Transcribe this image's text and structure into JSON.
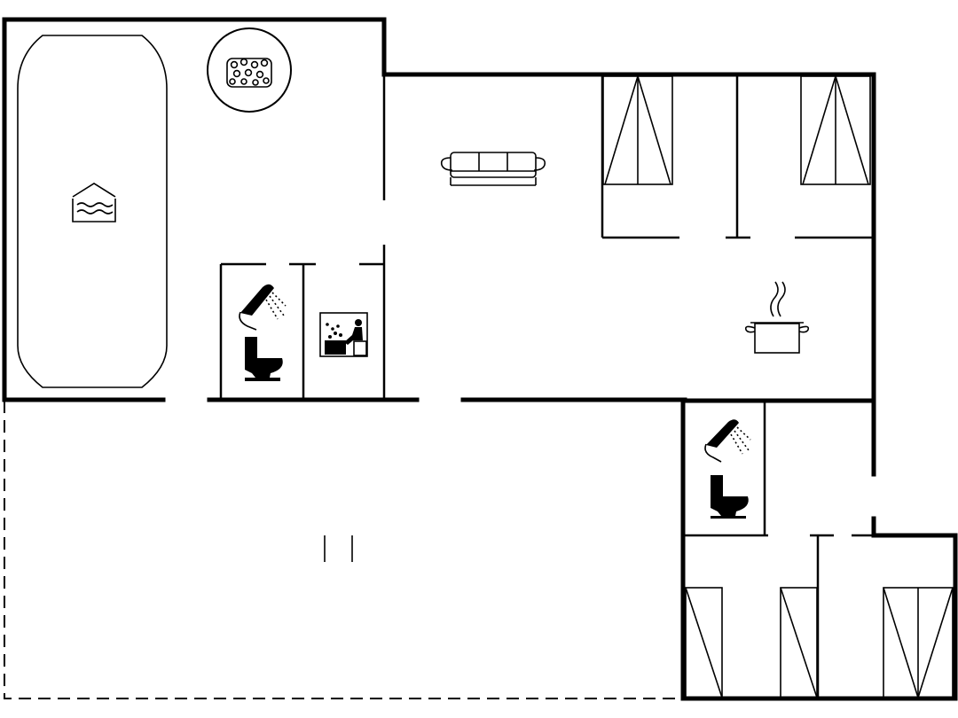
{
  "floorplan": {
    "rooms": [
      {
        "name": "pool-room",
        "icons": [
          "pool-icon",
          "jacuzzi-icon"
        ]
      },
      {
        "name": "living-room",
        "icons": [
          "sofa-icon"
        ]
      },
      {
        "name": "bedroom-1",
        "icons": [
          "double-bed-icon"
        ]
      },
      {
        "name": "bedroom-2",
        "icons": [
          "double-bed-icon"
        ]
      },
      {
        "name": "bathroom-1",
        "icons": [
          "shower-icon",
          "toilet-icon"
        ]
      },
      {
        "name": "sauna",
        "icons": [
          "sauna-icon"
        ]
      },
      {
        "name": "kitchen",
        "icons": [
          "cooking-pot-icon"
        ]
      },
      {
        "name": "bathroom-2",
        "icons": [
          "shower-icon",
          "toilet-icon"
        ]
      },
      {
        "name": "bedroom-3",
        "icons": [
          "single-bed-icon"
        ]
      },
      {
        "name": "bedroom-4",
        "icons": [
          "single-bed-icon"
        ]
      },
      {
        "name": "bedroom-5",
        "icons": [
          "double-bed-icon"
        ]
      },
      {
        "name": "terrace",
        "icons": []
      }
    ],
    "colors": {
      "line": "#000000",
      "background": "#ffffff"
    }
  }
}
